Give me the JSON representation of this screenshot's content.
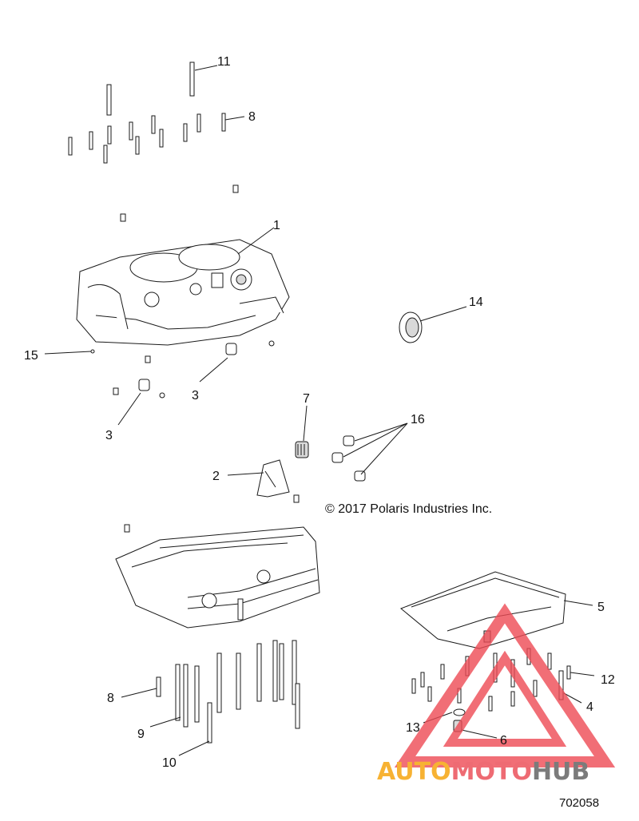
{
  "callouts": [
    {
      "label": "1"
    },
    {
      "label": "2"
    },
    {
      "label": "3"
    },
    {
      "label": "3"
    },
    {
      "label": "4"
    },
    {
      "label": "5"
    },
    {
      "label": "6"
    },
    {
      "label": "7"
    },
    {
      "label": "8"
    },
    {
      "label": "8"
    },
    {
      "label": "9"
    },
    {
      "label": "10"
    },
    {
      "label": "11"
    },
    {
      "label": "12"
    },
    {
      "label": "13"
    },
    {
      "label": "14"
    },
    {
      "label": "15"
    },
    {
      "label": "16"
    }
  ],
  "copyright": "© 2017 Polaris Industries Inc.",
  "figure_number": "702058",
  "watermark": {
    "part1": "AUTO",
    "part2": "MOTO",
    "part3": "HUB",
    "colors": {
      "part1": "#f7b233",
      "part2": "#ee6b73",
      "part3": "#7b7b7b",
      "triangle": "#ee4b55"
    }
  }
}
